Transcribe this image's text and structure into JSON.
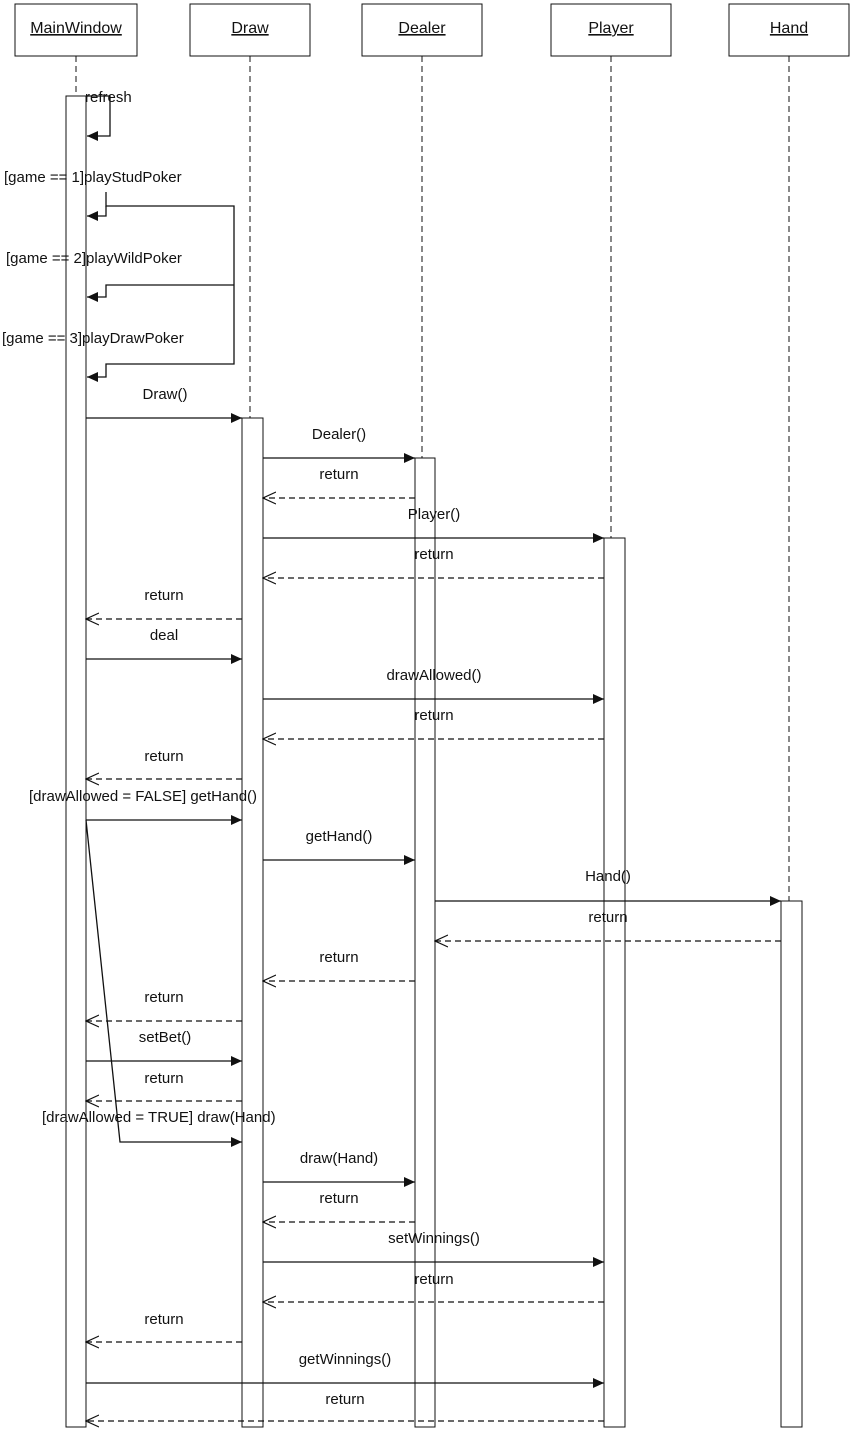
{
  "lifelines": [
    {
      "id": "mainwindow",
      "label": "MainWindow"
    },
    {
      "id": "draw",
      "label": "Draw"
    },
    {
      "id": "dealer",
      "label": "Dealer"
    },
    {
      "id": "player",
      "label": "Player"
    },
    {
      "id": "hand",
      "label": "Hand"
    }
  ],
  "messages": [
    {
      "label": "refresh",
      "from": "mainwindow",
      "to": "mainwindow",
      "kind": "self"
    },
    {
      "label": "[game == 1]playStudPoker",
      "from": "mainwindow",
      "to": "mainwindow",
      "kind": "self"
    },
    {
      "label": "[game == 2]playWildPoker",
      "from": "mainwindow",
      "to": "mainwindow",
      "kind": "self"
    },
    {
      "label": "[game == 3]playDrawPoker",
      "from": "mainwindow",
      "to": "mainwindow",
      "kind": "self"
    },
    {
      "label": "Draw()",
      "from": "mainwindow",
      "to": "draw",
      "kind": "call"
    },
    {
      "label": "Dealer()",
      "from": "draw",
      "to": "dealer",
      "kind": "call"
    },
    {
      "label": "return",
      "from": "dealer",
      "to": "draw",
      "kind": "return"
    },
    {
      "label": "Player()",
      "from": "draw",
      "to": "player",
      "kind": "call"
    },
    {
      "label": "return",
      "from": "player",
      "to": "draw",
      "kind": "return"
    },
    {
      "label": "return",
      "from": "draw",
      "to": "mainwindow",
      "kind": "return"
    },
    {
      "label": "deal",
      "from": "mainwindow",
      "to": "draw",
      "kind": "call"
    },
    {
      "label": "drawAllowed()",
      "from": "draw",
      "to": "player",
      "kind": "call"
    },
    {
      "label": "return",
      "from": "player",
      "to": "draw",
      "kind": "return"
    },
    {
      "label": "return",
      "from": "draw",
      "to": "mainwindow",
      "kind": "return"
    },
    {
      "label": "[drawAllowed = FALSE] getHand()",
      "from": "mainwindow",
      "to": "draw",
      "kind": "call"
    },
    {
      "label": "getHand()",
      "from": "draw",
      "to": "dealer",
      "kind": "call"
    },
    {
      "label": "Hand()",
      "from": "dealer",
      "to": "hand",
      "kind": "call"
    },
    {
      "label": "return",
      "from": "hand",
      "to": "dealer",
      "kind": "return"
    },
    {
      "label": "return",
      "from": "dealer",
      "to": "draw",
      "kind": "return"
    },
    {
      "label": "return",
      "from": "draw",
      "to": "mainwindow",
      "kind": "return"
    },
    {
      "label": "setBet()",
      "from": "mainwindow",
      "to": "draw",
      "kind": "call"
    },
    {
      "label": "return",
      "from": "draw",
      "to": "mainwindow",
      "kind": "return"
    },
    {
      "label": "[drawAllowed = TRUE] draw(Hand)",
      "from": "mainwindow",
      "to": "draw",
      "kind": "call"
    },
    {
      "label": "draw(Hand)",
      "from": "draw",
      "to": "dealer",
      "kind": "call"
    },
    {
      "label": "return",
      "from": "dealer",
      "to": "draw",
      "kind": "return"
    },
    {
      "label": "setWinnings()",
      "from": "draw",
      "to": "player",
      "kind": "call"
    },
    {
      "label": "return",
      "from": "player",
      "to": "draw",
      "kind": "return"
    },
    {
      "label": "return",
      "from": "draw",
      "to": "mainwindow",
      "kind": "return"
    },
    {
      "label": "getWinnings()",
      "from": "mainwindow",
      "to": "player",
      "kind": "call"
    },
    {
      "label": "return",
      "from": "player",
      "to": "mainwindow",
      "kind": "return"
    }
  ]
}
